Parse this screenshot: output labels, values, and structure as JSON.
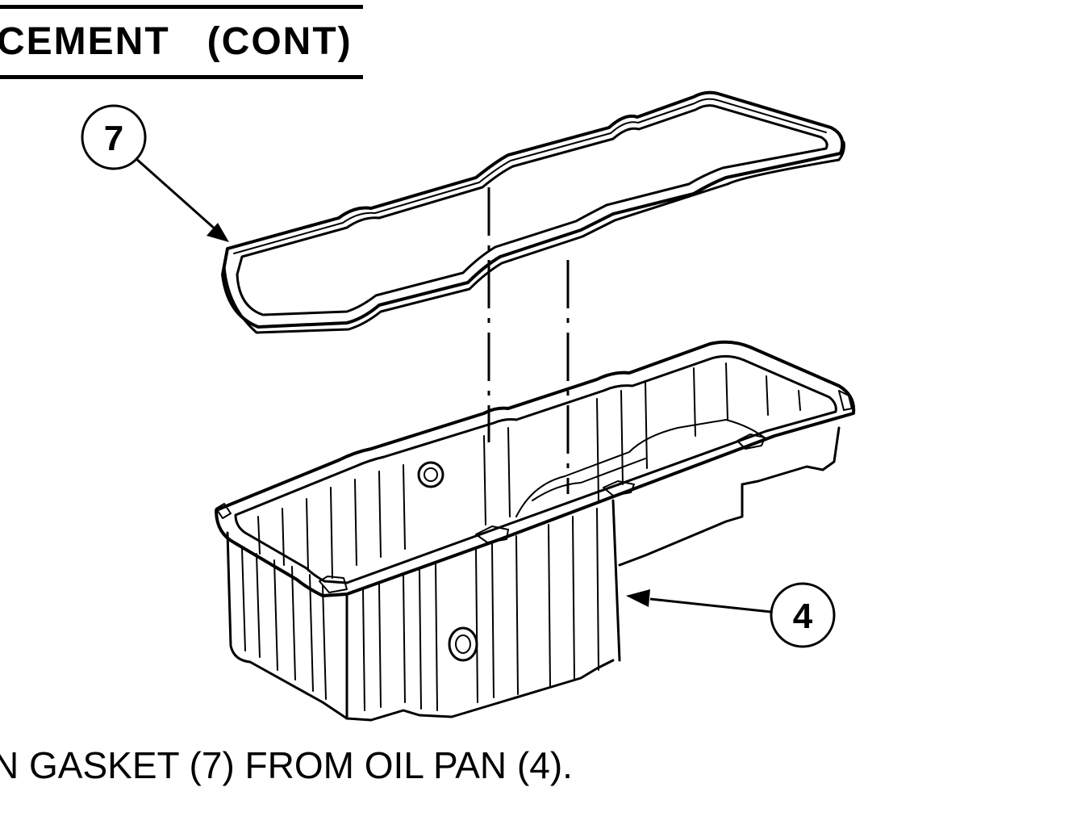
{
  "header": {
    "title": "CEMENT   (CONT)"
  },
  "figure": {
    "callouts": [
      {
        "id": "gasket",
        "label": "7"
      },
      {
        "id": "oil-pan",
        "label": "4"
      }
    ],
    "parts": [
      "gasket",
      "oil pan"
    ]
  },
  "instruction": {
    "text": "N GASKET (7) FROM OIL PAN (4)."
  }
}
